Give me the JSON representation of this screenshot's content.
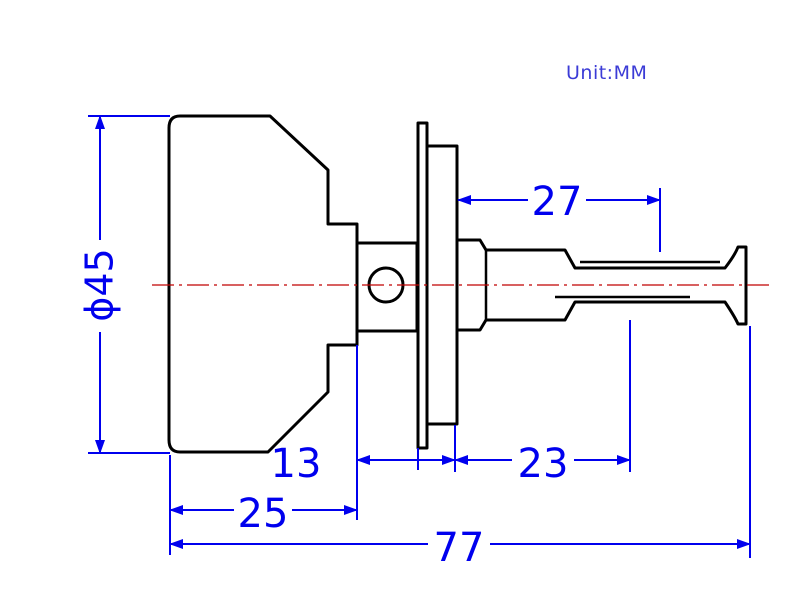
{
  "unit_label": "Unit:MM",
  "dimensions": {
    "diameter": "ϕ45",
    "d27": "27",
    "d13": "13",
    "d23": "23",
    "d25": "25",
    "d77": "77"
  },
  "colors": {
    "outline": "#000000",
    "dimension": "#0000ee",
    "centerline": "#c00000"
  }
}
